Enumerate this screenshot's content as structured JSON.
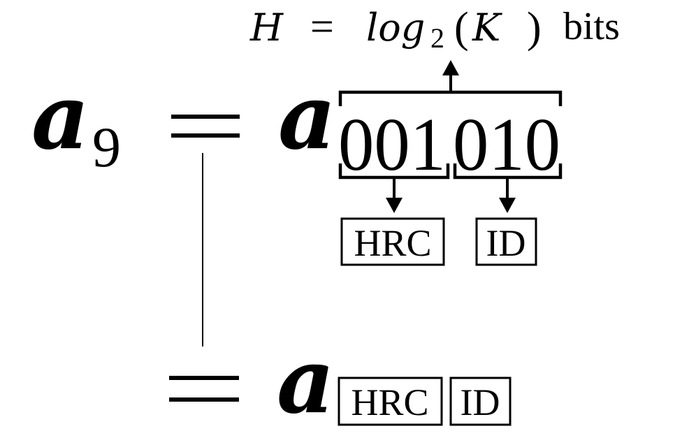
{
  "entropy_formula": {
    "H": "H",
    "equals": "=",
    "log": "log",
    "base": "2",
    "open_paren": "(",
    "K": "K",
    "close_paren": ")",
    "unit": "bits"
  },
  "lhs": {
    "symbol": "a",
    "subscript": "9"
  },
  "equals": "=",
  "binary": {
    "symbol": "a",
    "hrc_bits": "001",
    "id_bits": "010"
  },
  "labels": {
    "hrc": "HRC",
    "id": "ID"
  },
  "result": {
    "equals": "=",
    "symbol": "a",
    "hrc": "HRC",
    "id": "ID"
  }
}
